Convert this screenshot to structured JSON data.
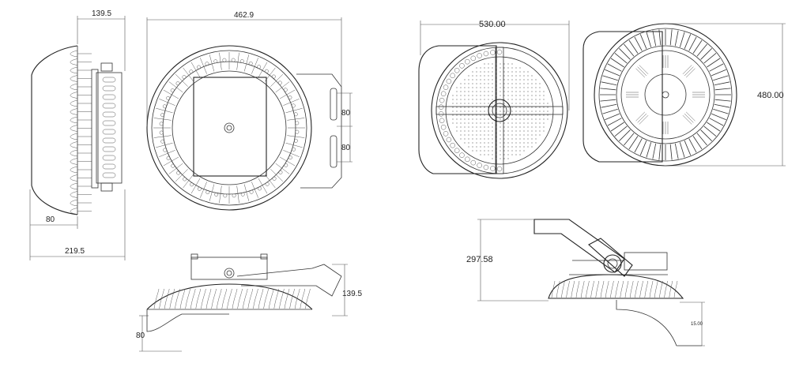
{
  "dimensions": {
    "left_side_depth_top": "139.5",
    "left_front_width": "462.9",
    "left_hole_spacing_upper": "80",
    "left_hole_spacing_lower": "80",
    "left_side_offset": "80",
    "left_side_total": "219.5",
    "left_bottom_height": "139.5",
    "left_bottom_offset": "80",
    "right_width": "530.00",
    "right_height": "480.00",
    "right_side_height": "297.58",
    "right_small_label": "15.00"
  },
  "colors": {
    "line": "#333333",
    "background": "#ffffff"
  }
}
